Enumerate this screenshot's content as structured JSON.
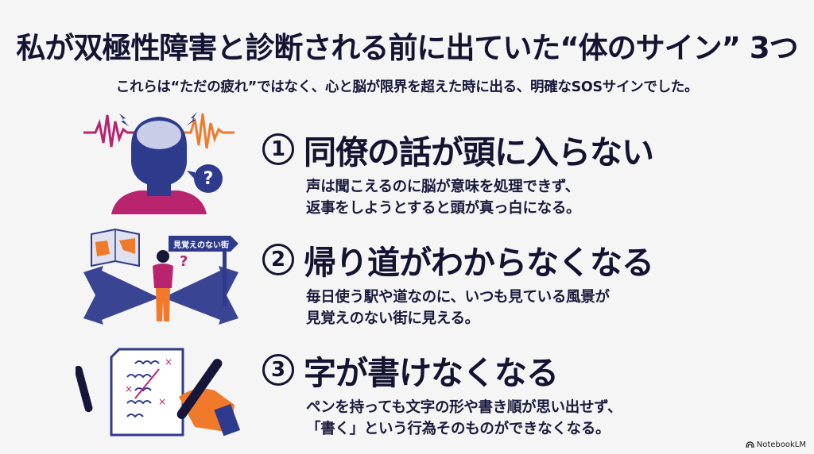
{
  "header": {
    "title": "私が双極性障害と診断される前に出ていた“体のサイン” 3つ",
    "subtitle": "これらは“ただの疲れ”ではなく、心と脳が限界を超えた時に出る、明確なSOSサインでした。"
  },
  "items": [
    {
      "number": "1",
      "title": "同僚の話が頭に入らない",
      "desc_line1": "声は聞こえるのに脳が意味を処理できず、",
      "desc_line2": "返事をしようとすると頭が真っ白になる。",
      "illustration": "head-with-brain-noise-icon"
    },
    {
      "number": "2",
      "title": "帰り道がわからなくなる",
      "desc_line1": "毎日使う駅や道なのに、いつも見ている風景が",
      "desc_line2": "見覚えのない街に見える。",
      "illustration": "lost-person-crossroads-icon",
      "sign_text": "見覚えのない街",
      "question_mark": "?"
    },
    {
      "number": "3",
      "title": "字が書けなくなる",
      "desc_line1": "ペンを持っても文字の形や書き順が思い出せず、",
      "desc_line2": "「書く」という行為そのものができなくなる。",
      "illustration": "hand-writing-scribbles-icon"
    }
  ],
  "head_question_mark": "?",
  "footer": {
    "brand": "NotebookLM"
  },
  "colors": {
    "navy": "#2e3a8c",
    "magenta": "#b8246e",
    "orange": "#f07a2a",
    "text": "#141432",
    "background": "#f5f5f6"
  }
}
